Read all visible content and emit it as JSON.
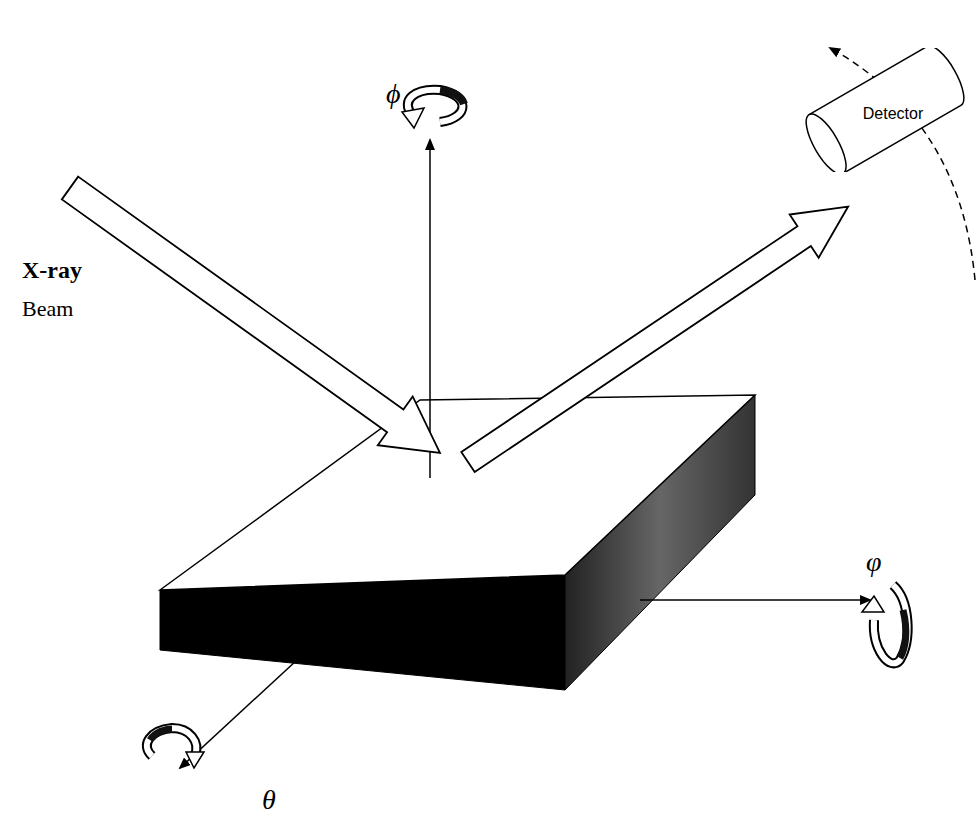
{
  "diagram": {
    "nodes": [
      {
        "text": [
          "Detector"
        ]
      }
    ],
    "labels": [
      "X-ray",
      "Beam",
      "ϕ",
      "φ",
      "θ"
    ]
  }
}
